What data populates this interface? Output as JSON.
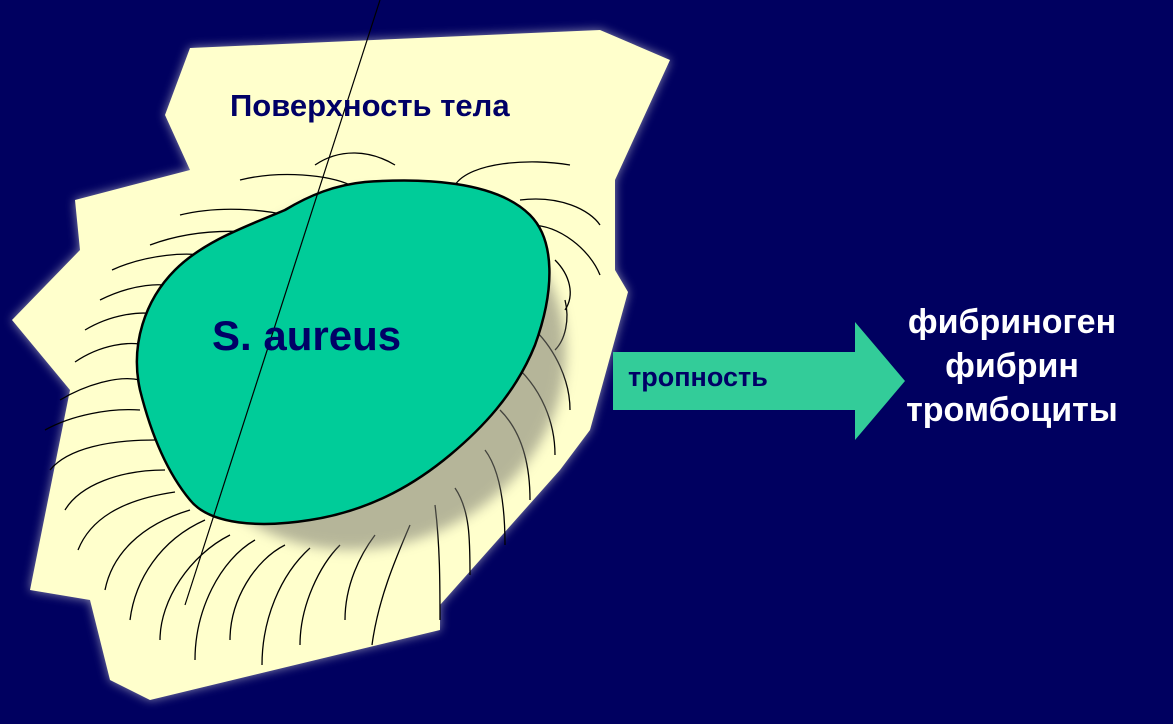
{
  "labels": {
    "surface": "Поверхность тела",
    "bacterium": "S. aureus",
    "tropism": "тропность"
  },
  "targets": [
    "фибриноген",
    "фибрин",
    "тромбоциты"
  ],
  "colors": {
    "background": "#000060",
    "surface_fill": "#FFFFCC",
    "bacterium_fill": "#00CC99",
    "arrow_fill": "#33CC99",
    "label_text": "#000066",
    "target_text": "#FFFFFF"
  }
}
